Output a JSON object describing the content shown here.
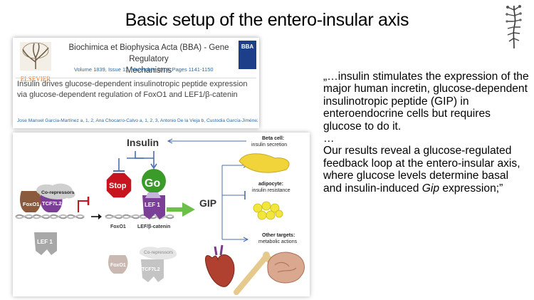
{
  "slide": {
    "title": "Basic setup of the entero-insular axis"
  },
  "paper": {
    "publisher": "ELSEVIER",
    "journal_line1": "Biochimica et Biophysica Acta (BBA) - Gene Regulatory",
    "journal_line2": "Mechanisms",
    "volume": "Volume 1839, Issue 11, November 2014, Pages 1141-1150",
    "badge": "BBA",
    "title": "Insulin drives glucose-dependent insulinotropic peptide expression via glucose-dependent regulation of FoxO1 and LEF1/β-catenin",
    "authors": "Jose Manuel García-Martínez a, 1, 2, Ana Chocarro-Calvo a, 1, 2, 3, Antonio De la Vieja b, Custodia García-Jiménez"
  },
  "quote": {
    "p1": "„…insulin stimulates the expression of the major human incretin, glucose-dependent insulinotropic peptide (GIP) in enteroendocrine cells but requires glucose to do it.",
    "p2": "…",
    "p3_before": "Our results reveal a glucose-regulated feedback loop at the entero-insular axis, where glucose levels determine basal and insulin-induced ",
    "p3_italic": "Gip",
    "p3_after": " expression;”"
  },
  "diagram": {
    "insulin": "Insulin",
    "stop": "Stop",
    "go": "Go",
    "gip": "GIP",
    "foxo1": "FoxO1",
    "tcf7l2": "TCF7L2",
    "corepressors": "Co-repressors",
    "lef1": "LEF 1",
    "foxo1_label": "FoxO1",
    "lef_beta_label": "LEF/β-catenin",
    "beta_cell": "Beta cell:",
    "beta_sub": "insulin secretion",
    "adipocyte": "adipocyte:",
    "adipocyte_sub": "insulin resistance",
    "other": "Other targets:",
    "other_sub": "metabolic actions"
  },
  "colors": {
    "accent_purple": "#7b3f98",
    "foxo_brown": "#8b5a3c",
    "stop_red": "#c8141e",
    "go_green": "#3a9a2a",
    "arrow_blue": "#4a6fb0",
    "gip_green": "#6cc04a"
  }
}
